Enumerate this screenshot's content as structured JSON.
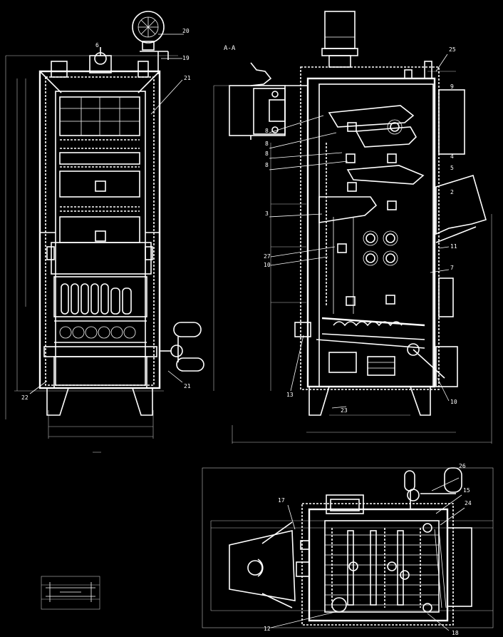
{
  "colors": {
    "background": "#000000",
    "lines": "#ffffff",
    "dims": "#bfbfbf"
  },
  "section_label": "A-A",
  "front_view": {
    "labels": [
      "6",
      "20",
      "19",
      "21",
      "22",
      "21"
    ]
  },
  "section_view": {
    "labels": [
      "25",
      "9",
      "8",
      "8",
      "8",
      "8",
      "4",
      "5",
      "3",
      "2",
      "11",
      "7",
      "27",
      "10",
      "13",
      "23",
      "10"
    ]
  },
  "plan_view": {
    "labels": [
      "26",
      "15",
      "24",
      "17",
      "12",
      "18"
    ]
  }
}
